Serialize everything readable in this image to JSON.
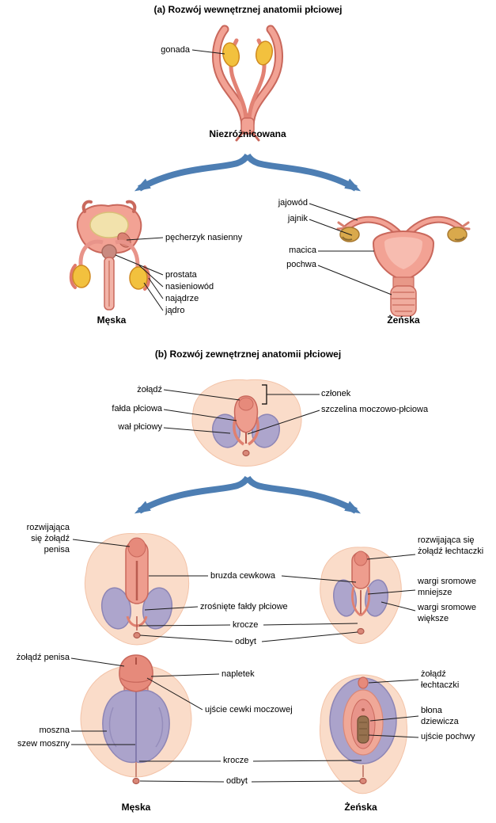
{
  "a": {
    "title": "(a) Rozwój wewnętrznej anatomii płciowej",
    "undiff": "Niezróżnicowana",
    "gonada": "gonada",
    "male_caption": "Męska",
    "female_caption": "Żeńska",
    "male_labels": [
      "pęcherzyk nasienny",
      "prostata",
      "nasieniowód",
      "najądrze",
      "jądro"
    ],
    "female_labels": [
      "jajowód",
      "jajnik",
      "macica",
      "pochwa"
    ]
  },
  "b": {
    "title": "(b) Rozwój zewnętrznej anatomii płciowej",
    "undiff_left": [
      "żołądź",
      "fałda płciowa",
      "wał płciowy"
    ],
    "undiff_right": [
      "członek",
      "szczelina moczowo-płciowa"
    ],
    "mid_left": "rozwijająca się żołądź penisa",
    "mid_center": [
      "bruzda cewkowa",
      "zrośnięte fałdy płciowe",
      "krocze",
      "odbyt"
    ],
    "mid_right": [
      "rozwijająca się żołądź łechtaczki",
      "wargi sromowe mniejsze",
      "wargi sromowe większe"
    ],
    "bottom_left": [
      "żołądź penisa",
      "moszna",
      "szew moszny"
    ],
    "bottom_center": [
      "napletek",
      "ujście cewki moczowej",
      "krocze",
      "odbyt"
    ],
    "bottom_right": [
      "żołądź łechtaczki",
      "błona dziewicza",
      "ujście pochwy"
    ],
    "male_caption": "Męska",
    "female_caption": "Żeńska"
  },
  "colors": {
    "tissue_pink": "#F2A294",
    "tissue_outline": "#C9685C",
    "gonad_yellow": "#F2C13E",
    "swelling_lavender": "#ADA5CC",
    "skin_peach": "#FADCC9",
    "arrow_blue": "#4D7EB3"
  }
}
